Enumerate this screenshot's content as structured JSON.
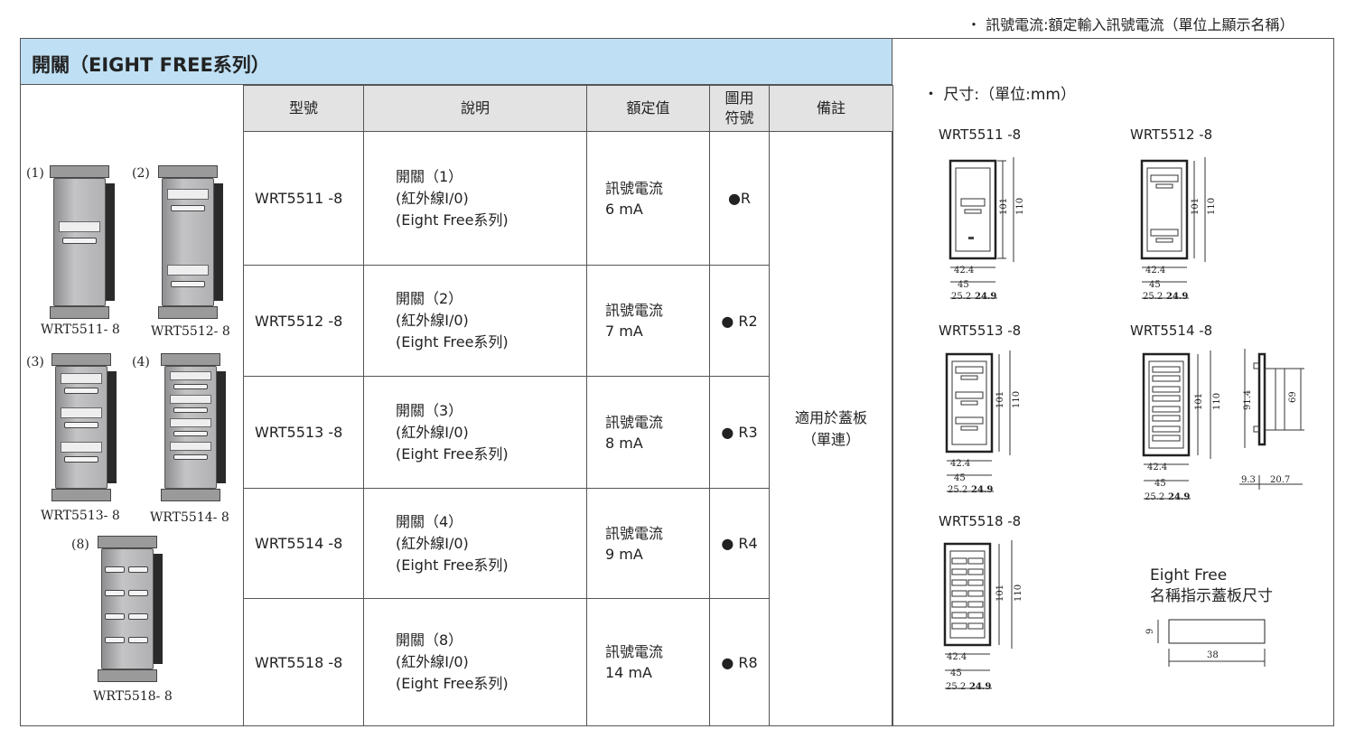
{
  "top_note": "・ 訊號電流:額定輸入訊號電流（單位上顯示名稱）",
  "section_title": "開關（EIGHT FREE系列）",
  "table": {
    "headers": {
      "model": "型號",
      "description": "說明",
      "rating": "額定值",
      "symbol": "圖用\n符號",
      "remarks": "備註"
    },
    "rows": [
      {
        "model": "WRT5511 -8",
        "description": "開關（1）\n(紅外線I/0)\n(Eight Free系列)",
        "rating": "訊號電流\n6 mA",
        "symbol": "●R"
      },
      {
        "model": "WRT5512 -8",
        "description": "開關（2）\n(紅外線I/0)\n(Eight Free系列)",
        "rating": "訊號電流\n7 mA",
        "symbol": "● R2"
      },
      {
        "model": "WRT5513 -8",
        "description": "開關（3）\n(紅外線I/0)\n(Eight Free系列)",
        "rating": "訊號電流\n8 mA",
        "symbol": "● R3"
      },
      {
        "model": "WRT5514 -8",
        "description": "開關（4）\n(紅外線I/0)\n(Eight Free系列)",
        "rating": "訊號電流\n9 mA",
        "symbol": "● R4"
      },
      {
        "model": "WRT5518 -8",
        "description": "開關（8）\n(紅外線I/0)\n(Eight Free系列)",
        "rating": "訊號電流\n14 mA",
        "symbol": "● R8"
      }
    ],
    "remarks": "適用於蓋板\n（單連）"
  },
  "photos": [
    {
      "num": "(1)",
      "label": "WRT5511- 8"
    },
    {
      "num": "(2)",
      "label": "WRT5512- 8"
    },
    {
      "num": "(3)",
      "label": "WRT5513- 8"
    },
    {
      "num": "(4)",
      "label": "WRT5514- 8"
    },
    {
      "num": "(8)",
      "label": "WRT5518- 8"
    }
  ],
  "dimensions": {
    "title": "・ 尺寸:（單位:mm）",
    "drawings": [
      {
        "model": "WRT5511 -8",
        "h1": "101",
        "h2": "110",
        "w1": "42.4",
        "w2": "45",
        "w3": "25.2",
        "w4": "24.9"
      },
      {
        "model": "WRT5512 -8",
        "h1": "101",
        "h2": "110",
        "w1": "42.4",
        "w2": "45",
        "w3": "25.2",
        "w4": "24.9"
      },
      {
        "model": "WRT5513 -8",
        "h1": "101",
        "h2": "110",
        "w1": "42.4",
        "w2": "45",
        "w3": "25.2",
        "w4": "24.9"
      },
      {
        "model": "WRT5514 -8",
        "h1": "101",
        "h2": "110",
        "w1": "42.4",
        "w2": "45",
        "w3": "25.2",
        "w4": "24.9"
      },
      {
        "model": "WRT5518 -8",
        "h1": "101",
        "h2": "110",
        "w1": "42.4",
        "w2": "45",
        "w3": "25.2",
        "w4": "24.9"
      }
    ],
    "side_view": {
      "h1": "91.4",
      "h2": "69",
      "w1": "9.3",
      "w2": "20.7"
    },
    "eight_free": {
      "text": "Eight Free\n名稱指示蓋板尺寸",
      "height": "9",
      "width": "38"
    }
  },
  "colors": {
    "header_bg": "#bfe0f4",
    "th_bg": "#e3e3e3",
    "border": "#555555"
  }
}
